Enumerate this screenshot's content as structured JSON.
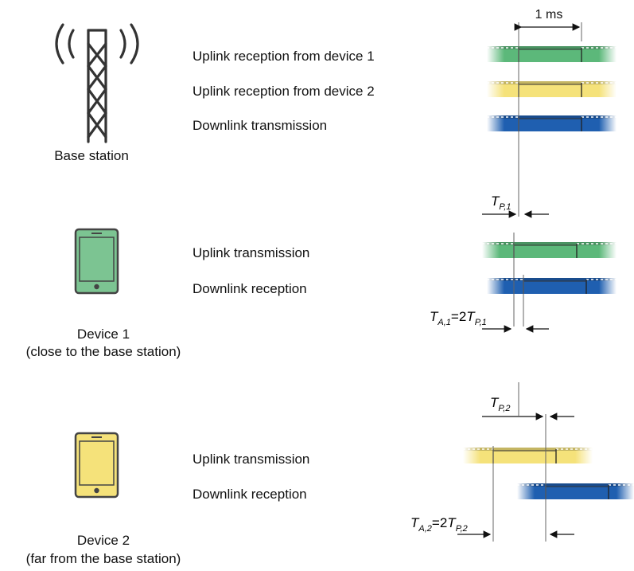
{
  "base_station": {
    "caption": "Base station",
    "rows": [
      {
        "label": "Uplink reception from device 1",
        "color": "#5cb87a"
      },
      {
        "label": "Uplink reception from device 2",
        "color": "#f5e27a"
      },
      {
        "label": "Downlink transmission",
        "color": "#1f5fb0"
      }
    ],
    "duration_label": "1 ms"
  },
  "device1": {
    "caption_line1": "Device  1",
    "caption_line2": "(close to the base station)",
    "color": "#7cc492",
    "rows": [
      {
        "label": "Uplink transmission",
        "color": "#5cb87a"
      },
      {
        "label": "Downlink reception",
        "color": "#1f5fb0"
      }
    ],
    "tp": {
      "T": "T",
      "sub": "P,1"
    },
    "ta": {
      "T": "T",
      "sub": "A,1",
      "eq": "=2",
      "T2": "T",
      "sub2": "P,1"
    }
  },
  "device2": {
    "caption_line1": "Device 2",
    "caption_line2": "(far from the base station)",
    "color": "#f5e27a",
    "rows": [
      {
        "label": "Uplink transmission",
        "color": "#f5e27a"
      },
      {
        "label": "Downlink reception",
        "color": "#1f5fb0"
      }
    ],
    "tp": {
      "T": "T",
      "sub": "P,2"
    },
    "ta": {
      "T": "T",
      "sub": "A,2",
      "eq": "=2",
      "T2": "T",
      "sub2": "P,2"
    }
  },
  "icons": [
    "tower-icon",
    "phone-icon-green",
    "phone-icon-yellow"
  ],
  "colors": {
    "line": "#555555",
    "arrow": "#111111"
  }
}
